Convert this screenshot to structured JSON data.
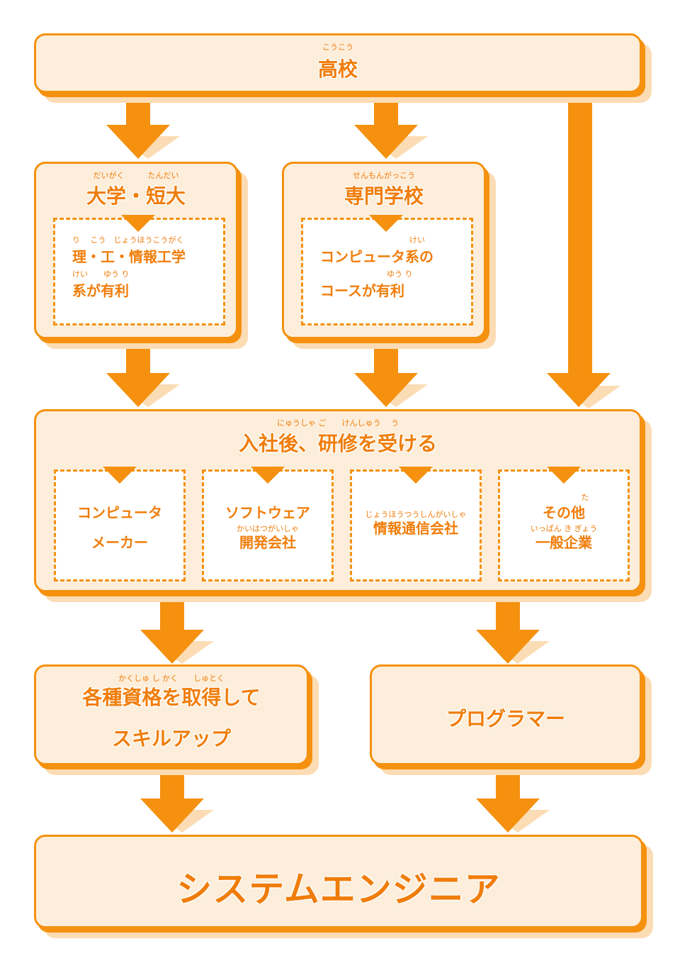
{
  "colors": {
    "accent": "#f5910f",
    "text": "#f07d0a",
    "box_fill": "#fdeedb",
    "shadow": "#fcdcb4"
  },
  "high_school": {
    "ruby": "こうこう",
    "label": "高校"
  },
  "university": {
    "ruby": "だいがく　　　たんだい",
    "label": "大学・短大",
    "note_ruby1": "り　 こう　じょうほうこうがく",
    "note_line1": "理・工・情報工学",
    "note_ruby2": "けい　　ゆう り",
    "note_line2": "系が有利"
  },
  "vocational": {
    "ruby": "せんもんがっこう",
    "label": "専門学校",
    "note_ruby1": "けい",
    "note_line1": "コンピュータ系の",
    "note_ruby2": "ゆう り",
    "note_line2": "コースが有利"
  },
  "training": {
    "ruby": "にゅうしゃ ご　　けんしゅう　 う",
    "label": "入社後、研修を受ける",
    "companies": [
      {
        "ruby_top": "",
        "line1": "コンピュータ",
        "ruby": "",
        "line2": "メーカー"
      },
      {
        "ruby_top": "",
        "line1": "ソフトウェア",
        "ruby": "かいはつがいしゃ",
        "line2": "開発会社"
      },
      {
        "ruby_top": "じょうほうつうしんがいしゃ",
        "line1": "情報通信会社",
        "ruby": "",
        "line2": ""
      },
      {
        "ruby_top": "た",
        "line1": "その他",
        "ruby": "いっぱん き ぎょう",
        "line2": "一般企業"
      }
    ]
  },
  "skillup": {
    "ruby": "かくしゅ し かく　　しゅとく",
    "line1": "各種資格を取得して",
    "line2": "スキルアップ"
  },
  "programmer": {
    "label": "プログラマー"
  },
  "system_engineer": {
    "label": "システムエンジニア"
  }
}
